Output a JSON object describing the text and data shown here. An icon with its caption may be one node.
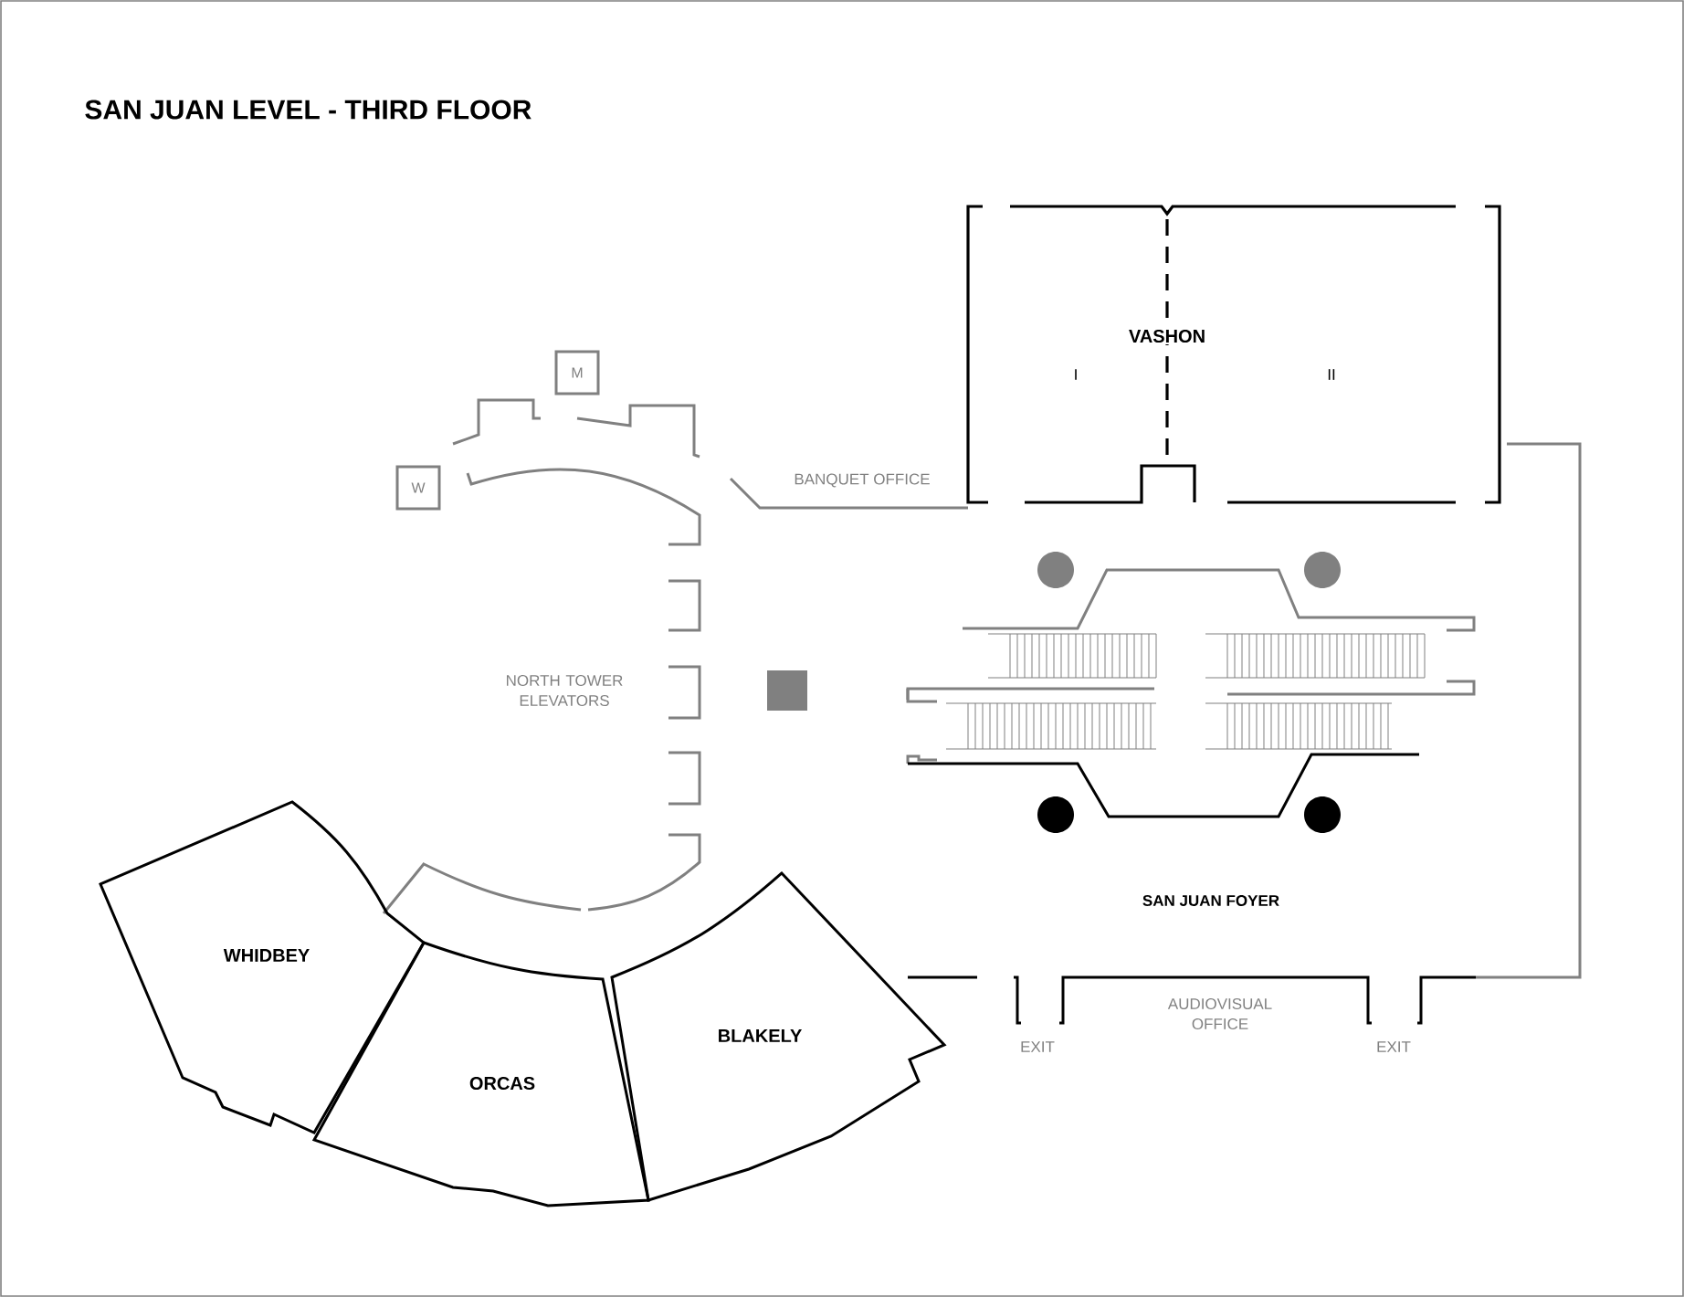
{
  "diagram": {
    "title": "SAN JUAN LEVEL - THIRD FLOOR",
    "nodes": [
      {
        "text": [
          "VASHON"
        ]
      },
      {
        "text": [
          "M"
        ]
      },
      {
        "text": [
          "W"
        ]
      },
      {
        "text": [
          "WHIDBEY"
        ]
      },
      {
        "text": [
          "BLAKELY"
        ]
      },
      {
        "text": [
          "ORCAS"
        ]
      }
    ],
    "labels": [
      "I",
      "II",
      "BANQUET OFFICE",
      "NORTH TOWER ELEVATORS",
      "SAN JUAN FOYER",
      "AUDIOVISUAL OFFICE",
      "EXIT",
      "EXIT"
    ]
  }
}
